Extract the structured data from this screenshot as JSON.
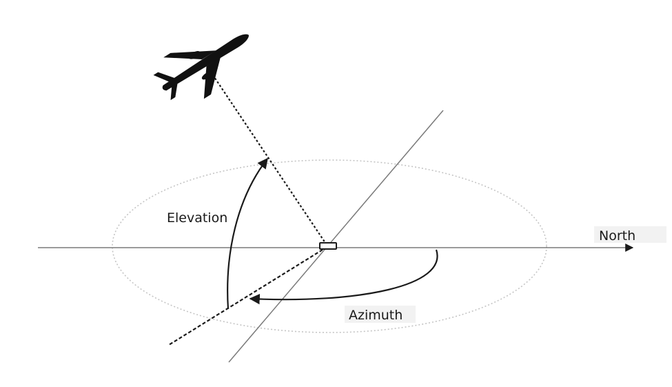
{
  "diagram": {
    "labels": {
      "elevation": "Elevation",
      "north": "North",
      "azimuth": "Azimuth"
    },
    "icons": {
      "aircraft": "airplane-icon",
      "observer": "observer-box-icon"
    },
    "colors": {
      "stroke": "#1a1a1a",
      "axis": "#7a7a7a",
      "ellipse": "#c4c4c4",
      "label_bg": "#f2f2f2"
    }
  }
}
